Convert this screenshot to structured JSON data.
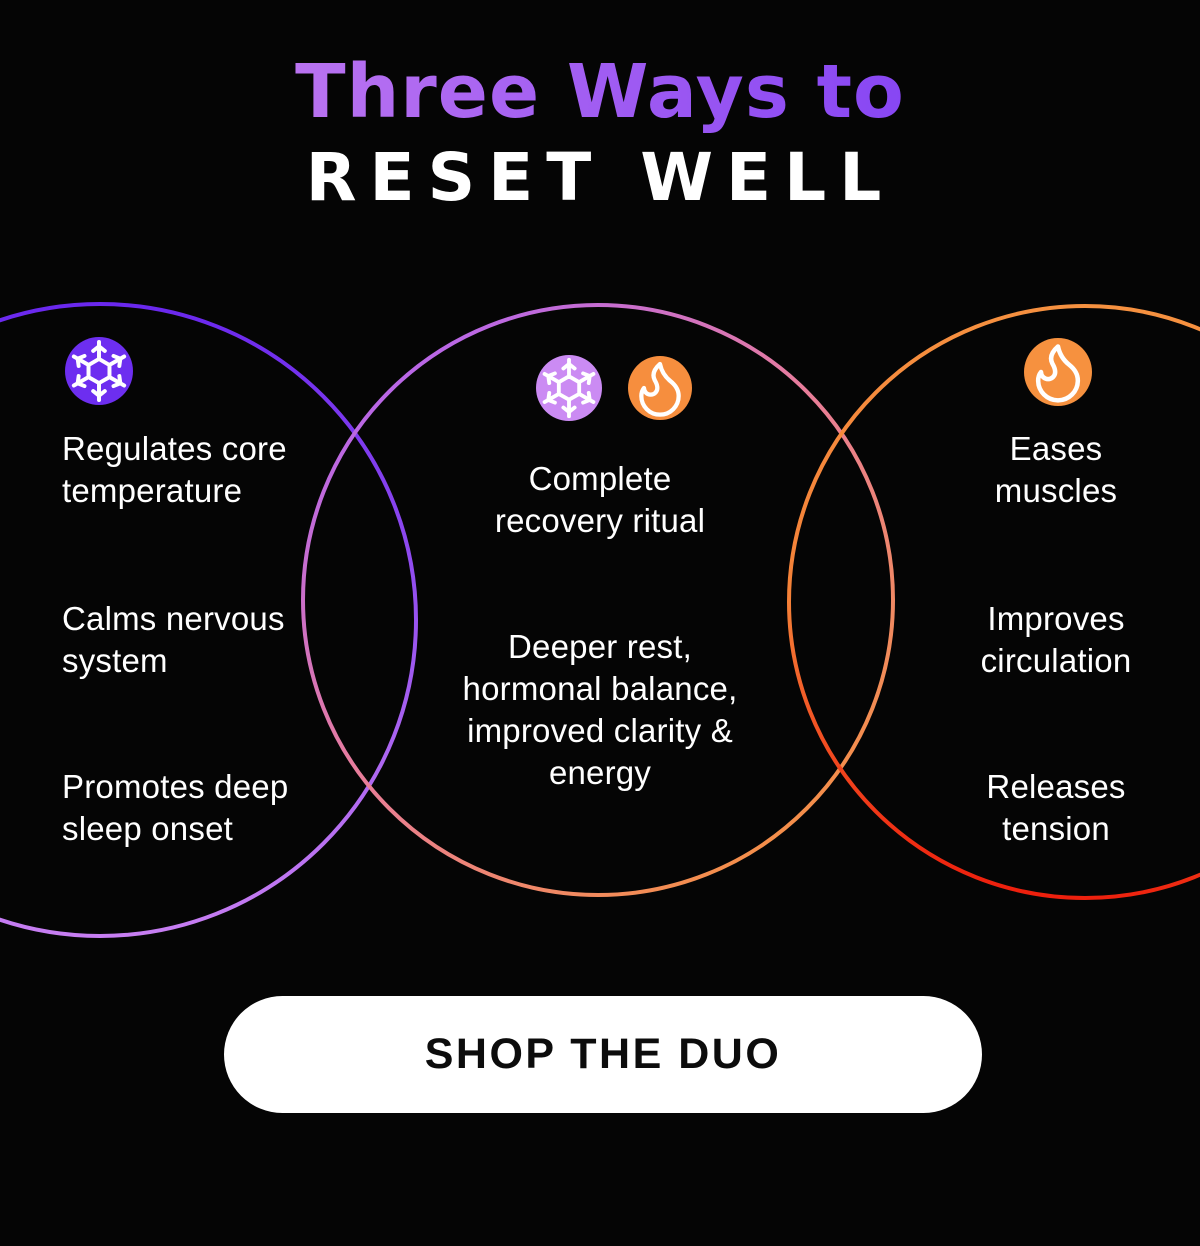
{
  "page": {
    "background": "#050505"
  },
  "title": {
    "line1": "Three Ways to",
    "line2": "RESET WELL",
    "line1_gradient": [
      "#c67ef0",
      "#7b3bf4"
    ],
    "line2_color": "#ffffff"
  },
  "venn": {
    "text_color": "#ffffff",
    "left": {
      "icon": "snowflake",
      "icon_bg": "#6d2ef0",
      "ring_gradient": [
        "#6a28ee",
        "#c77ef2"
      ],
      "items": [
        "Regulates core temperature",
        "Calms nervous system",
        "Promotes deep sleep onset"
      ]
    },
    "middle": {
      "icons": [
        "snowflake",
        "flame"
      ],
      "icon_bgs": [
        "#cb8bf3",
        "#f68e3e"
      ],
      "ring_gradient": [
        "#b364f0",
        "#e87d9c",
        "#f6913f"
      ],
      "items": [
        "Complete recovery ritual",
        "Deeper rest, hormonal balance, improved clarity & energy"
      ]
    },
    "right": {
      "icon": "flame",
      "icon_bg": "#f6913f",
      "ring_gradient": [
        "#f69140",
        "#f58138",
        "#ee1d0c"
      ],
      "items": [
        "Eases muscles",
        "Improves circulation",
        "Releases tension"
      ]
    }
  },
  "cta": {
    "label": "SHOP THE DUO",
    "bg": "#ffffff",
    "text_color": "#0c0c0c"
  }
}
